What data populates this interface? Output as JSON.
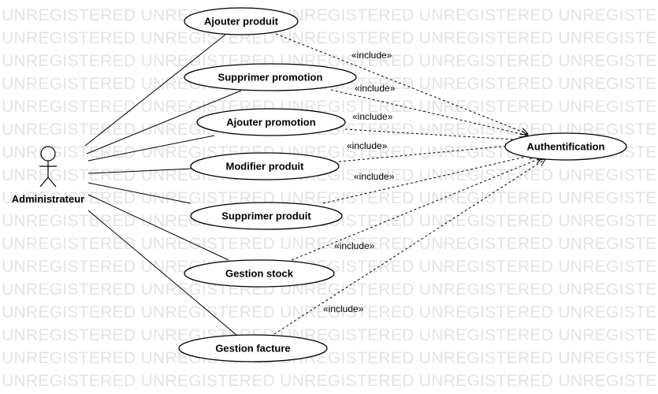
{
  "watermark": {
    "text": "UNREGISTERED UNREGISTERED UNREGISTERED UNREGISTERED UNREGISTERED UNREGISTERED"
  },
  "actor": {
    "name": "Administrateur",
    "icon": "stick-figure-icon"
  },
  "use_cases": [
    {
      "id": "ajouter-produit",
      "label": "Ajouter produit"
    },
    {
      "id": "supprimer-promotion",
      "label": "Supprimer promotion"
    },
    {
      "id": "ajouter-promotion",
      "label": "Ajouter promotion"
    },
    {
      "id": "modifier-produit",
      "label": "Modifier produit"
    },
    {
      "id": "supprimer-produit",
      "label": "Supprimer produit"
    },
    {
      "id": "gestion-stock",
      "label": "Gestion stock"
    },
    {
      "id": "gestion-facture",
      "label": "Gestion facture"
    },
    {
      "id": "authentification",
      "label": "Authentification"
    }
  ],
  "include_label": "«include»",
  "associations": [
    "ajouter-produit",
    "supprimer-promotion",
    "ajouter-promotion",
    "modifier-produit",
    "supprimer-produit",
    "gestion-stock",
    "gestion-facture"
  ],
  "includes": [
    {
      "from": "ajouter-produit",
      "to": "authentification"
    },
    {
      "from": "supprimer-promotion",
      "to": "authentification"
    },
    {
      "from": "ajouter-promotion",
      "to": "authentification"
    },
    {
      "from": "modifier-produit",
      "to": "authentification"
    },
    {
      "from": "supprimer-produit",
      "to": "authentification"
    },
    {
      "from": "gestion-stock",
      "to": "authentification"
    },
    {
      "from": "gestion-facture",
      "to": "authentification"
    }
  ]
}
